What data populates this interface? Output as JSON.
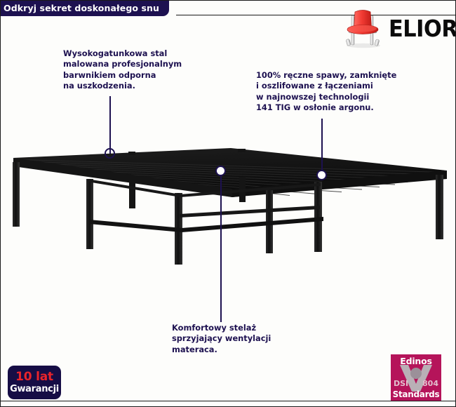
{
  "header": {
    "title": "Odkryj sekret doskonałego snu"
  },
  "logo": {
    "brand": "ELIOR",
    "icon": "red-chair-icon"
  },
  "callouts": [
    {
      "id": "steel",
      "text": "Wysokogatunkowa stal\nmalowana profesjonalnym\nbarwnikiem odporna\nna uszkodzenia.",
      "marker": "hollow"
    },
    {
      "id": "welds",
      "text": "100% ręczne spawy, zamknięte\ni oszlifowane z łączeniami\nw najnowszej technologii\n141 TIG w osłonie argonu.",
      "marker": "filled"
    },
    {
      "id": "slats",
      "text": "Komfortowy stelaż\nsprzyjający wentylacji\nmateraca.",
      "marker": "filled"
    }
  ],
  "warranty": {
    "years": "10 lat",
    "label": "Gwarancji"
  },
  "certification": {
    "title": "Edinos",
    "dsi": "DSI",
    "number": "804",
    "standards": "Standards"
  },
  "product": {
    "alt": "black-metal-bed-frame"
  },
  "colors": {
    "navy": "#1d1150",
    "red": "#e8242b",
    "magenta": "#b5145a",
    "frame": "#131313",
    "background": "#fdfdfb"
  }
}
